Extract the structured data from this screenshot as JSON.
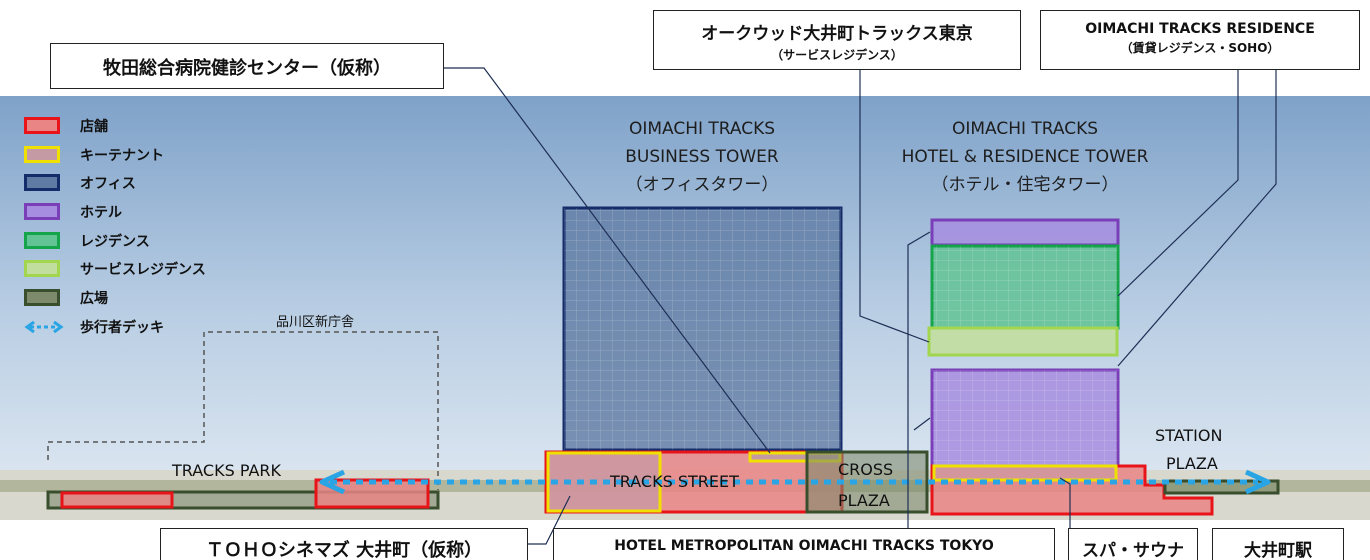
{
  "legend": {
    "items": [
      {
        "label": "店舗",
        "fill": "#e98585",
        "border": "#e8141a"
      },
      {
        "label": "キーテナント",
        "fill": "#c49aa5",
        "border": "#f0e000"
      },
      {
        "label": "オフィス",
        "fill": "#5f7ba3",
        "border": "#142c6a"
      },
      {
        "label": "ホテル",
        "fill": "#a68ddf",
        "border": "#7a3fb8"
      },
      {
        "label": "レジデンス",
        "fill": "#62c394",
        "border": "#14a54a"
      },
      {
        "label": "サービスレジデンス",
        "fill": "#c2de9e",
        "border": "#a2d64e"
      },
      {
        "label": "広場",
        "fill": "#7d8a6c",
        "border": "#384e2c"
      }
    ],
    "deck_label": "歩行者デッキ",
    "deck_color": "#29a4e4"
  },
  "callouts": {
    "makita": "牧田総合病院健診センター（仮称）",
    "oakwood": {
      "main": "オークウッド大井町トラックス東京",
      "sub": "（サービスレジデンス）"
    },
    "residence": {
      "main": "OIMACHI TRACKS RESIDENCE",
      "sub": "（賃貸レジデンス・SOHO）"
    },
    "toho": "ＴＯＨＯシネマズ 大井町（仮称）",
    "hotel": "HOTEL METROPOLITAN OIMACHI TRACKS TOKYO",
    "spa": "スパ・サウナ",
    "station": "大井町駅"
  },
  "towers": {
    "business": {
      "line1": "OIMACHI TRACKS",
      "line2": "BUSINESS TOWER",
      "line3": "（オフィスタワー）"
    },
    "hotel_residence": {
      "line1": "OIMACHI TRACKS",
      "line2": "HOTEL & RESIDENCE TOWER",
      "line3": "（ホテル・住宅タワー）"
    }
  },
  "areas": {
    "city_hall": "品川区新庁舎",
    "tracks_park": "TRACKS PARK",
    "tracks_street": "TRACKS STREET",
    "cross_plaza_1": "CROSS",
    "cross_plaza_2": "PLAZA",
    "station_plaza_1": "STATION",
    "station_plaza_2": "PLAZA"
  }
}
